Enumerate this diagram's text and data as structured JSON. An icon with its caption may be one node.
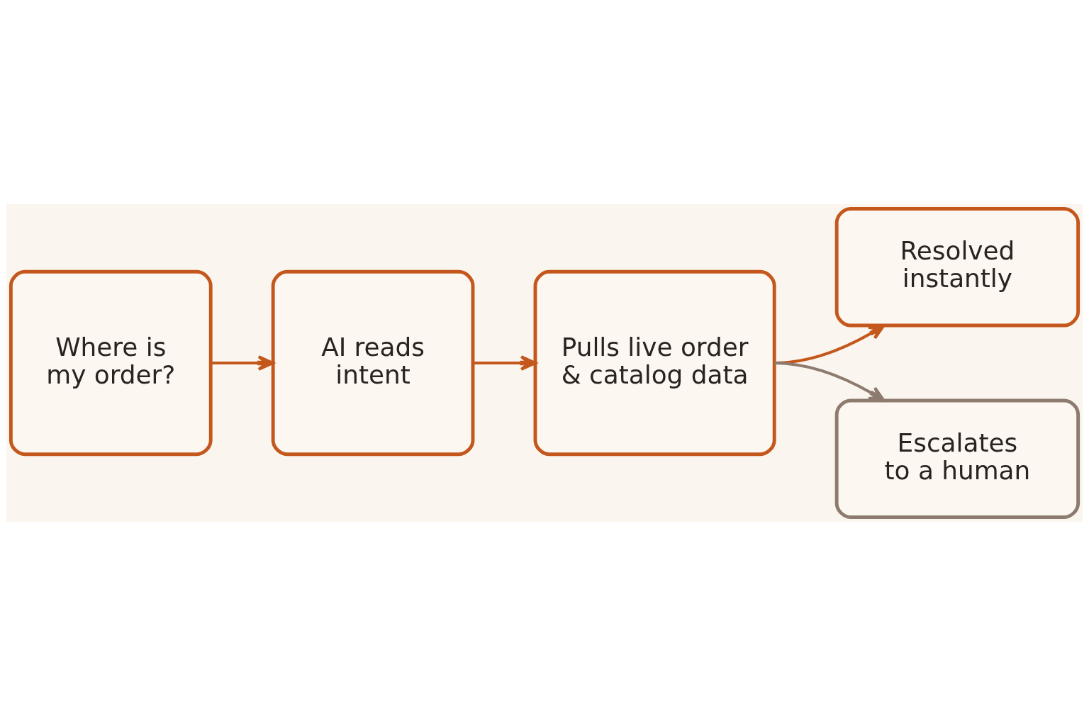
{
  "diagram": {
    "nodes": [
      {
        "text": [
          "Where is my order?"
        ]
      },
      {
        "text": [
          "AI reads intent"
        ]
      },
      {
        "text": [
          "Pulls live order & catalog data"
        ]
      },
      {
        "text": [
          "Resolved instantly"
        ]
      },
      {
        "text": [
          "Escalates to a human"
        ]
      }
    ],
    "edges": [
      {
        "from": 0,
        "to": 1,
        "arrow": "to"
      },
      {
        "from": 1,
        "to": 2,
        "arrow": "to"
      },
      {
        "from": 2,
        "to": 3,
        "arrow": "to"
      },
      {
        "from": 2,
        "to": 4,
        "arrow": "to",
        "color": "#8c7b6e"
      }
    ]
  }
}
